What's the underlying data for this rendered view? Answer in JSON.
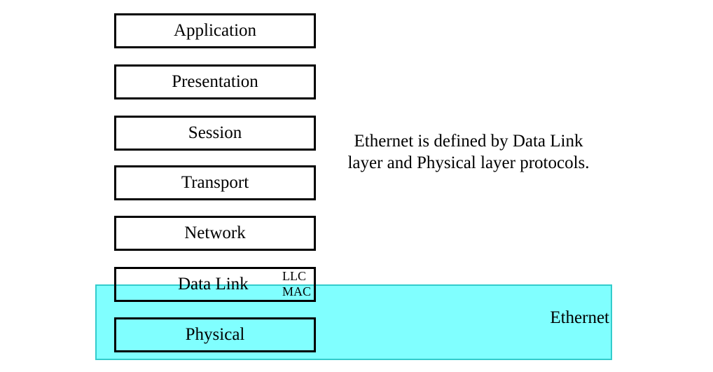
{
  "layers": [
    {
      "label": "Application"
    },
    {
      "label": "Presentation"
    },
    {
      "label": "Session"
    },
    {
      "label": "Transport"
    },
    {
      "label": "Network"
    },
    {
      "label": "Data Link"
    },
    {
      "label": "Physical"
    }
  ],
  "data_link_sublayers": [
    "LLC",
    "MAC"
  ],
  "ethernet": {
    "label": "Ethernet",
    "color": "#80ffff",
    "border_color": "#33cccc"
  },
  "note": {
    "line1": "Ethernet is defined by Data Link",
    "line2": "layer and Physical layer protocols."
  }
}
